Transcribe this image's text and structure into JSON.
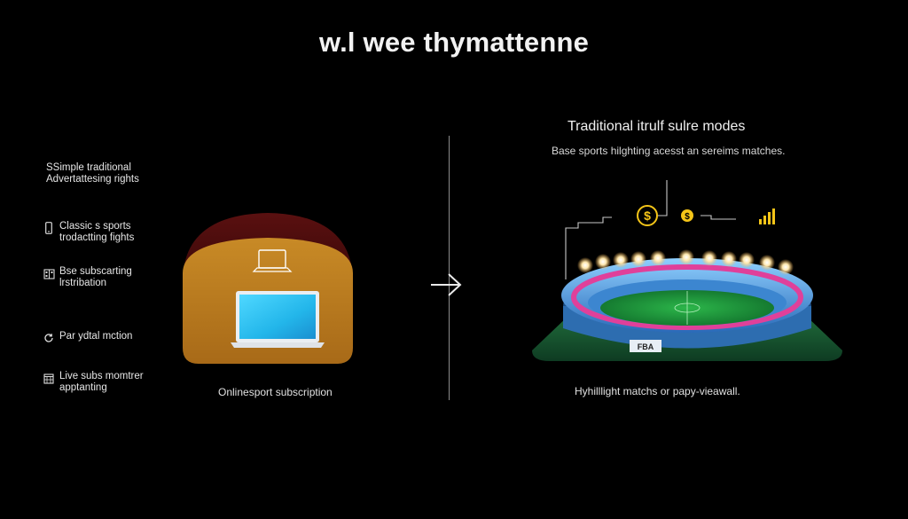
{
  "title": "w.l wee thymattenne",
  "left": {
    "items": [
      {
        "label": "SSimple traditional\nAdvertattesing rights",
        "icon": "none"
      },
      {
        "label": "Classic s sports\ntrodactting fights",
        "icon": "phone-icon"
      },
      {
        "label": "Bse subscarting\nlrstribation",
        "icon": "building-icon"
      },
      {
        "label": "Par ydtal mction",
        "icon": "refresh-icon"
      },
      {
        "label": "Live subs momtrer\napptanting",
        "icon": "calendar-icon"
      }
    ],
    "caption": "Onlinesport subscription"
  },
  "arrow_icon": "arrow-right-icon",
  "right": {
    "title": "Traditional itrulf sulre modes",
    "subtitle": "Base sports hilghting acesst an sereims matches.",
    "caption": "Hyhilllight matchs or papy-vieawall.",
    "banner_text": "FBA"
  },
  "colors": {
    "background": "#000000",
    "arch_dark": "#5a1010",
    "arch_gold": "#b8781e",
    "laptop_screen": "#2ec7f0",
    "field_green": "#1f9a3a",
    "stand_blue": "#4a8fd8",
    "stand_pink": "#e0409a",
    "coin_gold": "#f5c518"
  }
}
